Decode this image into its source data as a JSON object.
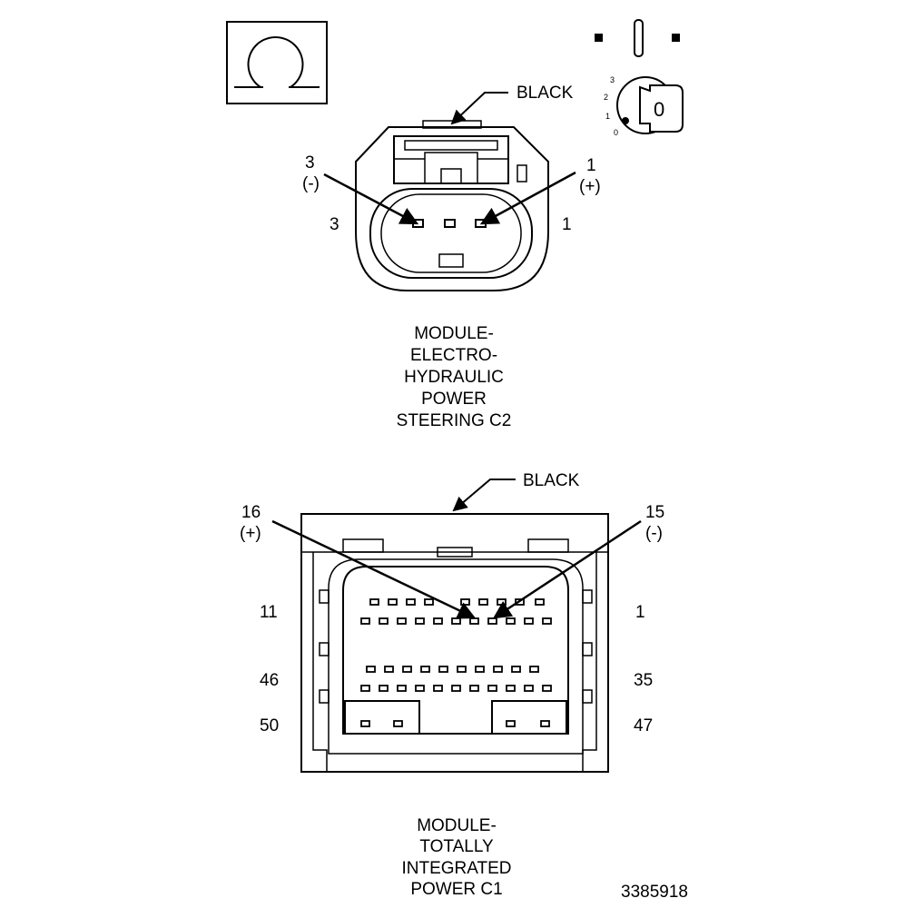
{
  "ohm_symbol": "Ω",
  "key_switch": {
    "positions": [
      "3",
      "2",
      "1",
      "0"
    ],
    "key_label": "0"
  },
  "connector_c2": {
    "color_label": "BLACK",
    "pin_left_callout": [
      "3",
      "(-)"
    ],
    "pin_right_callout": [
      "1",
      "(+)"
    ],
    "cavity_left": "3",
    "cavity_right": "1",
    "caption": [
      "MODULE-",
      "ELECTRO-",
      "HYDRAULIC",
      "POWER",
      "STEERING C2"
    ]
  },
  "connector_c1": {
    "color_label": "BLACK",
    "pin_left_callout": [
      "16",
      "(+)"
    ],
    "pin_right_callout": [
      "15",
      "(-)"
    ],
    "row_labels_left": [
      "11",
      "46",
      "50"
    ],
    "row_labels_right": [
      "1",
      "35",
      "47"
    ],
    "caption": [
      "MODULE-",
      "TOTALLY",
      "INTEGRATED",
      "POWER C1"
    ]
  },
  "figure_id": "3385918"
}
